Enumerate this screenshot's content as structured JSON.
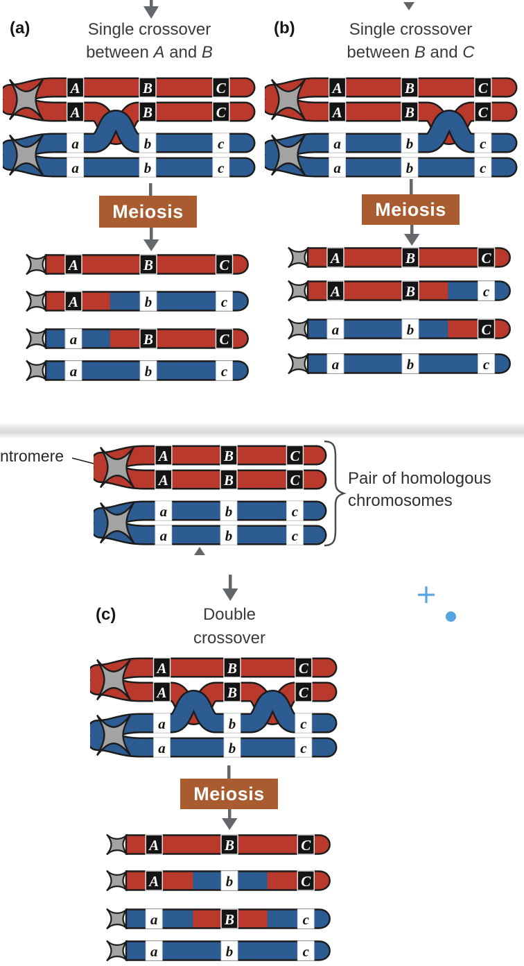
{
  "colors": {
    "red": "#b93a2c",
    "blue": "#2c5c91",
    "centromere": "#a3a3a3",
    "outline": "#1c1c1c",
    "meiosis_bg": "#a85c30",
    "meiosis_text": "#ffffff",
    "arrow": "#63676b",
    "title_text": "#3a3a3a",
    "cursor_blue": "#55a5e2"
  },
  "gene_positions": [
    0.135,
    0.5,
    0.87
  ],
  "centromere_label": "ntromere",
  "pair_label": {
    "line1": "Pair of homologous",
    "line2": "chromosomes"
  },
  "middle_tetrad": {
    "crossovers": [],
    "genes": [
      [
        "A",
        "B",
        "C"
      ],
      [
        "A",
        "B",
        "C"
      ],
      [
        "a",
        "b",
        "c"
      ],
      [
        "a",
        "b",
        "c"
      ]
    ]
  },
  "panels": [
    {
      "id": "a",
      "tag": "(a)",
      "title_line1": "Single crossover",
      "title_line2_parts": [
        "between",
        "A",
        "and",
        "B"
      ],
      "meiosis_label": "Meiosis",
      "tetrad": {
        "crossovers": [
          0.34
        ],
        "genes": [
          [
            "A",
            "B",
            "C"
          ],
          [
            "A",
            "B",
            "C"
          ],
          [
            "a",
            "b",
            "c"
          ],
          [
            "a",
            "b",
            "c"
          ]
        ]
      },
      "products": [
        {
          "genes": [
            "A",
            "B",
            "C"
          ],
          "segments": [
            [
              "red",
              1
            ]
          ]
        },
        {
          "genes": [
            "A",
            "b",
            "c"
          ],
          "segments": [
            [
              "red",
              0.32
            ],
            [
              "blue",
              1
            ]
          ]
        },
        {
          "genes": [
            "a",
            "B",
            "C"
          ],
          "segments": [
            [
              "blue",
              0.32
            ],
            [
              "red",
              1
            ]
          ]
        },
        {
          "genes": [
            "a",
            "b",
            "c"
          ],
          "segments": [
            [
              "blue",
              1
            ]
          ]
        }
      ]
    },
    {
      "id": "b",
      "tag": "(b)",
      "title_line1": "Single crossover",
      "title_line2_parts": [
        "between",
        "B",
        "and",
        "C"
      ],
      "meiosis_label": "Meiosis",
      "tetrad": {
        "crossovers": [
          0.7
        ],
        "genes": [
          [
            "A",
            "B",
            "C"
          ],
          [
            "A",
            "B",
            "C"
          ],
          [
            "a",
            "b",
            "c"
          ],
          [
            "a",
            "b",
            "c"
          ]
        ]
      },
      "products": [
        {
          "genes": [
            "A",
            "B",
            "C"
          ],
          "segments": [
            [
              "red",
              1
            ]
          ]
        },
        {
          "genes": [
            "A",
            "B",
            "c"
          ],
          "segments": [
            [
              "red",
              0.69
            ],
            [
              "blue",
              1
            ]
          ]
        },
        {
          "genes": [
            "a",
            "b",
            "C"
          ],
          "segments": [
            [
              "blue",
              0.69
            ],
            [
              "red",
              1
            ]
          ]
        },
        {
          "genes": [
            "a",
            "b",
            "c"
          ],
          "segments": [
            [
              "blue",
              1
            ]
          ]
        }
      ]
    },
    {
      "id": "c",
      "tag": "(c)",
      "title_line1": "Double",
      "title_line2_parts": [
        "crossover"
      ],
      "meiosis_label": "Meiosis",
      "tetrad": {
        "crossovers": [
          0.3,
          0.71
        ],
        "genes": [
          [
            "A",
            "B",
            "C"
          ],
          [
            "A",
            "B",
            "C"
          ],
          [
            "a",
            "b",
            "c"
          ],
          [
            "a",
            "b",
            "c"
          ]
        ]
      },
      "products": [
        {
          "genes": [
            "A",
            "B",
            "C"
          ],
          "segments": [
            [
              "red",
              1
            ]
          ]
        },
        {
          "genes": [
            "A",
            "b",
            "C"
          ],
          "segments": [
            [
              "red",
              0.33
            ],
            [
              "blue",
              0.69
            ],
            [
              "red",
              1
            ]
          ]
        },
        {
          "genes": [
            "a",
            "B",
            "c"
          ],
          "segments": [
            [
              "blue",
              0.33
            ],
            [
              "red",
              0.69
            ],
            [
              "blue",
              1
            ]
          ]
        },
        {
          "genes": [
            "a",
            "b",
            "c"
          ],
          "segments": [
            [
              "blue",
              1
            ]
          ]
        }
      ]
    }
  ]
}
